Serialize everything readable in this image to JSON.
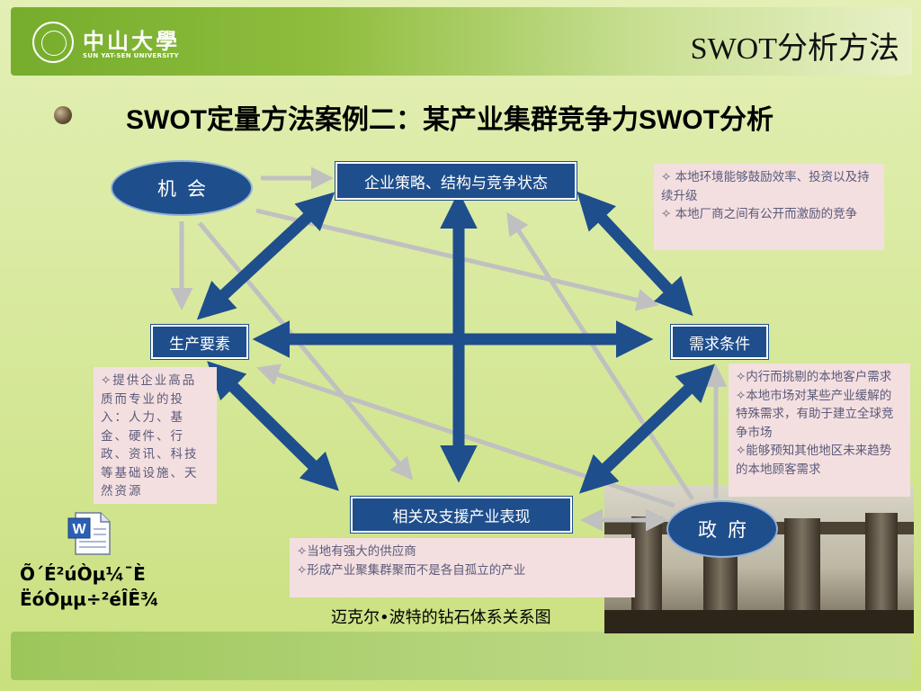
{
  "header": {
    "title": "SWOT分析方法",
    "logo_cn": "中山大學",
    "logo_en": "SUN YAT-SEN UNIVERSITY"
  },
  "slide_title": "SWOT定量方法案例二：某产业集群竞争力SWOT分析",
  "nodes": {
    "strategy": "企业策略、结构与竞争状态",
    "factor": "生产要素",
    "demand": "需求条件",
    "related": "相关及支援产业表现",
    "opportunity": "机会",
    "government": "政府"
  },
  "notes": {
    "strategy": [
      "✧ 本地环境能够鼓励效率、投资以及持续升级",
      "✧ 本地厂商之间有公开而激励的竞争"
    ],
    "factor": [
      "✧提供企业高品质而专业的投入：人力、基金、硬件、行政、资讯、科技等基础设施、天然资源"
    ],
    "demand": [
      "✧内行而挑剔的本地客户需求",
      "✧本地市场对某些产业缓解的特殊需求，有助于建立全球竞争市场",
      "✧能够预知其他地区未来趋势的本地顾客需求"
    ],
    "related": [
      "✧当地有强大的供应商",
      "✧形成产业聚集群聚而不是各自孤立的产业"
    ]
  },
  "caption": "迈克尔•波特的钻石体系关系图",
  "embedded_doc": {
    "icon": "word-document-icon",
    "label_line1": "Õ´É²úÒµ¼¯È",
    "label_line2": "ËóÒµµ÷²éÎÊ¾"
  },
  "colors": {
    "node_fill": "#1f4e8c",
    "arrow_blue": "#1f4e8c",
    "arrow_gray": "#c0c0c0",
    "note_fill": "#f4dfe0"
  }
}
